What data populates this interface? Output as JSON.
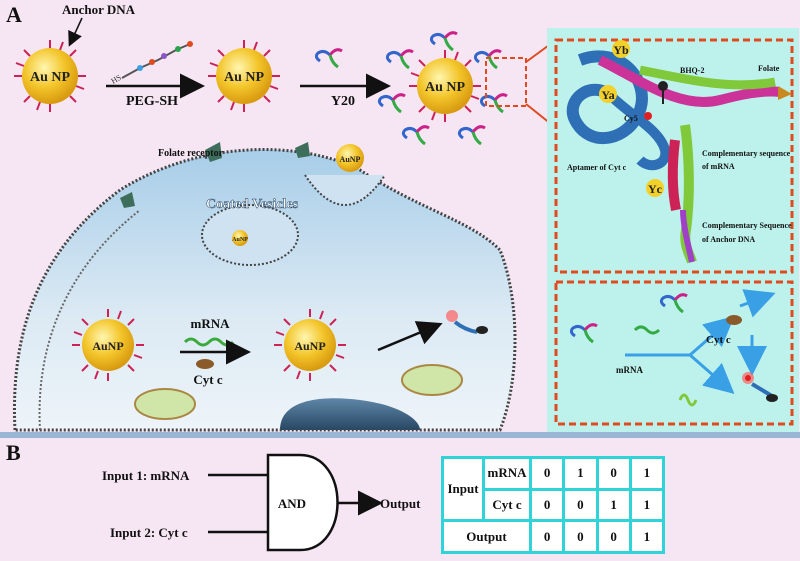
{
  "panel_a": {
    "label": "A",
    "top_row": {
      "anchor_dna": "Anchor DNA",
      "au_np": "Au NP",
      "peg_sh": "PEG-SH",
      "hs": "HS",
      "y20": "Y20"
    },
    "cell": {
      "folate_receptor": "Folate receptor",
      "coated_vesicles": "Coated Vesicles",
      "aunp": "AuNP",
      "mrna": "mRNA",
      "cyt_c": "Cyt c"
    },
    "zoom": {
      "yb": "Yb",
      "ya": "Ya",
      "yc": "Yc",
      "bhq2": "BHQ-2",
      "cy5": "Cy5",
      "folate": "Folate",
      "aptamer": "Aptamer of Cyt c",
      "comp_mrna_1": "Complementary sequence",
      "comp_mrna_2": "of mRNA",
      "comp_anchor_1": "Complementary Sequence",
      "comp_anchor_2": "of Anchor DNA"
    },
    "mechanism": {
      "mrna": "mRNA",
      "cyt_c": "Cyt c"
    }
  },
  "panel_b": {
    "label": "B",
    "input1": "Input 1: mRNA",
    "input2": "Input 2: Cyt c",
    "gate": "AND",
    "output": "Output",
    "table": {
      "input_header": "Input",
      "rows": [
        {
          "label": "mRNA",
          "values": [
            "0",
            "1",
            "0",
            "1"
          ]
        },
        {
          "label": "Cyt c",
          "values": [
            "0",
            "0",
            "1",
            "1"
          ]
        }
      ],
      "output_row": {
        "label": "Output",
        "values": [
          "0",
          "0",
          "0",
          "1"
        ]
      }
    }
  },
  "colors": {
    "background": "#f6e6f3",
    "zoom_panel": "#bdf2ec",
    "dashed_border": "#e04a1e",
    "table_border": "#2fd3d8",
    "gold": "#f3c52a"
  }
}
